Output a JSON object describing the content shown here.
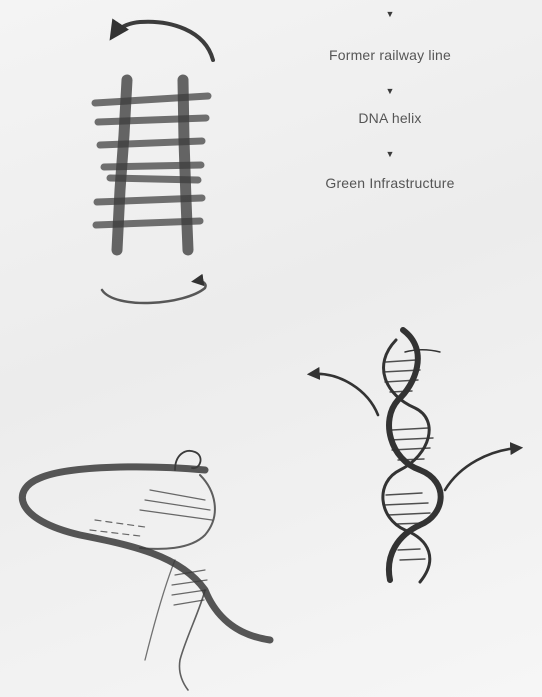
{
  "flow": {
    "steps": [
      {
        "label": "Former railway line"
      },
      {
        "label": "DNA helix"
      },
      {
        "label": "Green Infrastructure"
      }
    ],
    "arrow_glyph": "▼",
    "text_color": "#555555"
  },
  "sketch": {
    "stroke_color": "#3c3c3c",
    "drawings": [
      "railway-ladder-sketch",
      "dna-helix-sketch",
      "green-infrastructure-swirl-sketch"
    ]
  }
}
